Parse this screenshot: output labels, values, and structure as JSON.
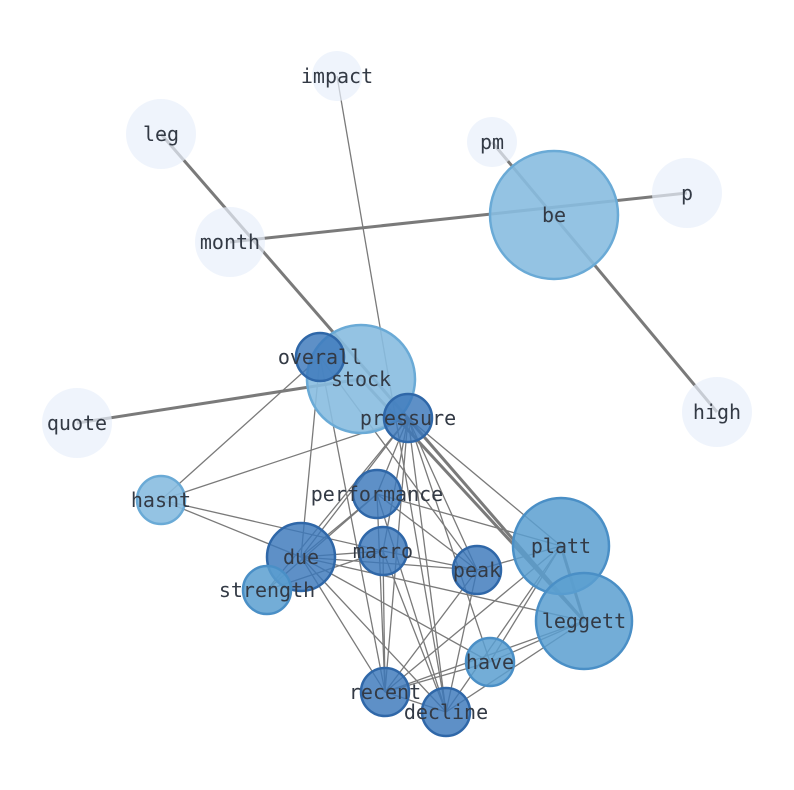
{
  "diagram": {
    "type": "word-network",
    "colors": {
      "faint_fill": "#e8f0fb",
      "light_fill": "#88bde0",
      "mid_fill": "#5b9fd0",
      "dark_fill": "#3a78bb",
      "edge": "#7a7a7a",
      "label": "#333a45"
    },
    "nodes": [
      {
        "id": "impact",
        "label": "impact",
        "tone": "faint"
      },
      {
        "id": "leg",
        "label": "leg",
        "tone": "faint"
      },
      {
        "id": "pm",
        "label": "pm",
        "tone": "faint"
      },
      {
        "id": "p",
        "label": "p",
        "tone": "faint"
      },
      {
        "id": "be",
        "label": "be",
        "tone": "light"
      },
      {
        "id": "month",
        "label": "month",
        "tone": "faint"
      },
      {
        "id": "stock",
        "label": "stock",
        "tone": "light"
      },
      {
        "id": "overall",
        "label": "overall",
        "tone": "dark"
      },
      {
        "id": "quote",
        "label": "quote",
        "tone": "faint"
      },
      {
        "id": "high",
        "label": "high",
        "tone": "faint"
      },
      {
        "id": "pressure",
        "label": "pressure",
        "tone": "dark"
      },
      {
        "id": "hasnt",
        "label": "hasnt",
        "tone": "light"
      },
      {
        "id": "performance",
        "label": "performance",
        "tone": "dark"
      },
      {
        "id": "platt",
        "label": "platt",
        "tone": "mid"
      },
      {
        "id": "due",
        "label": "due",
        "tone": "dark"
      },
      {
        "id": "macro",
        "label": "macro",
        "tone": "dark"
      },
      {
        "id": "peak",
        "label": "peak",
        "tone": "dark"
      },
      {
        "id": "strength",
        "label": "strength",
        "tone": "mid"
      },
      {
        "id": "leggett",
        "label": "leggett",
        "tone": "mid"
      },
      {
        "id": "have",
        "label": "have",
        "tone": "mid"
      },
      {
        "id": "recent",
        "label": "recent",
        "tone": "dark"
      },
      {
        "id": "decline",
        "label": "decline",
        "tone": "dark"
      }
    ],
    "edges": [
      [
        "leg",
        "leggett"
      ],
      [
        "pm",
        "high"
      ],
      [
        "month",
        "p"
      ],
      [
        "quote",
        "stock"
      ],
      [
        "impact",
        "decline"
      ],
      [
        "stock",
        "leggett"
      ],
      [
        "overall",
        "hasnt"
      ],
      [
        "overall",
        "due"
      ],
      [
        "overall",
        "peak"
      ],
      [
        "overall",
        "recent"
      ],
      [
        "pressure",
        "hasnt"
      ],
      [
        "pressure",
        "strength"
      ],
      [
        "pressure",
        "due"
      ],
      [
        "pressure",
        "macro"
      ],
      [
        "pressure",
        "peak"
      ],
      [
        "pressure",
        "recent"
      ],
      [
        "pressure",
        "decline"
      ],
      [
        "pressure",
        "have"
      ],
      [
        "pressure",
        "platt"
      ],
      [
        "pressure",
        "performance"
      ],
      [
        "performance",
        "platt"
      ],
      [
        "performance",
        "due"
      ],
      [
        "performance",
        "strength"
      ],
      [
        "performance",
        "peak"
      ],
      [
        "performance",
        "recent"
      ],
      [
        "performance",
        "decline"
      ],
      [
        "hasnt",
        "due"
      ],
      [
        "hasnt",
        "macro"
      ],
      [
        "due",
        "macro"
      ],
      [
        "due",
        "peak"
      ],
      [
        "due",
        "recent"
      ],
      [
        "due",
        "decline"
      ],
      [
        "due",
        "have"
      ],
      [
        "due",
        "leggett"
      ],
      [
        "macro",
        "peak"
      ],
      [
        "macro",
        "recent"
      ],
      [
        "macro",
        "decline"
      ],
      [
        "macro",
        "strength"
      ],
      [
        "peak",
        "platt"
      ],
      [
        "peak",
        "recent"
      ],
      [
        "peak",
        "decline"
      ],
      [
        "platt",
        "recent"
      ],
      [
        "platt",
        "decline"
      ],
      [
        "platt",
        "have"
      ],
      [
        "platt",
        "leggett"
      ],
      [
        "leggett",
        "have"
      ],
      [
        "leggett",
        "recent"
      ],
      [
        "leggett",
        "decline"
      ],
      [
        "have",
        "recent"
      ],
      [
        "recent",
        "decline"
      ]
    ]
  }
}
